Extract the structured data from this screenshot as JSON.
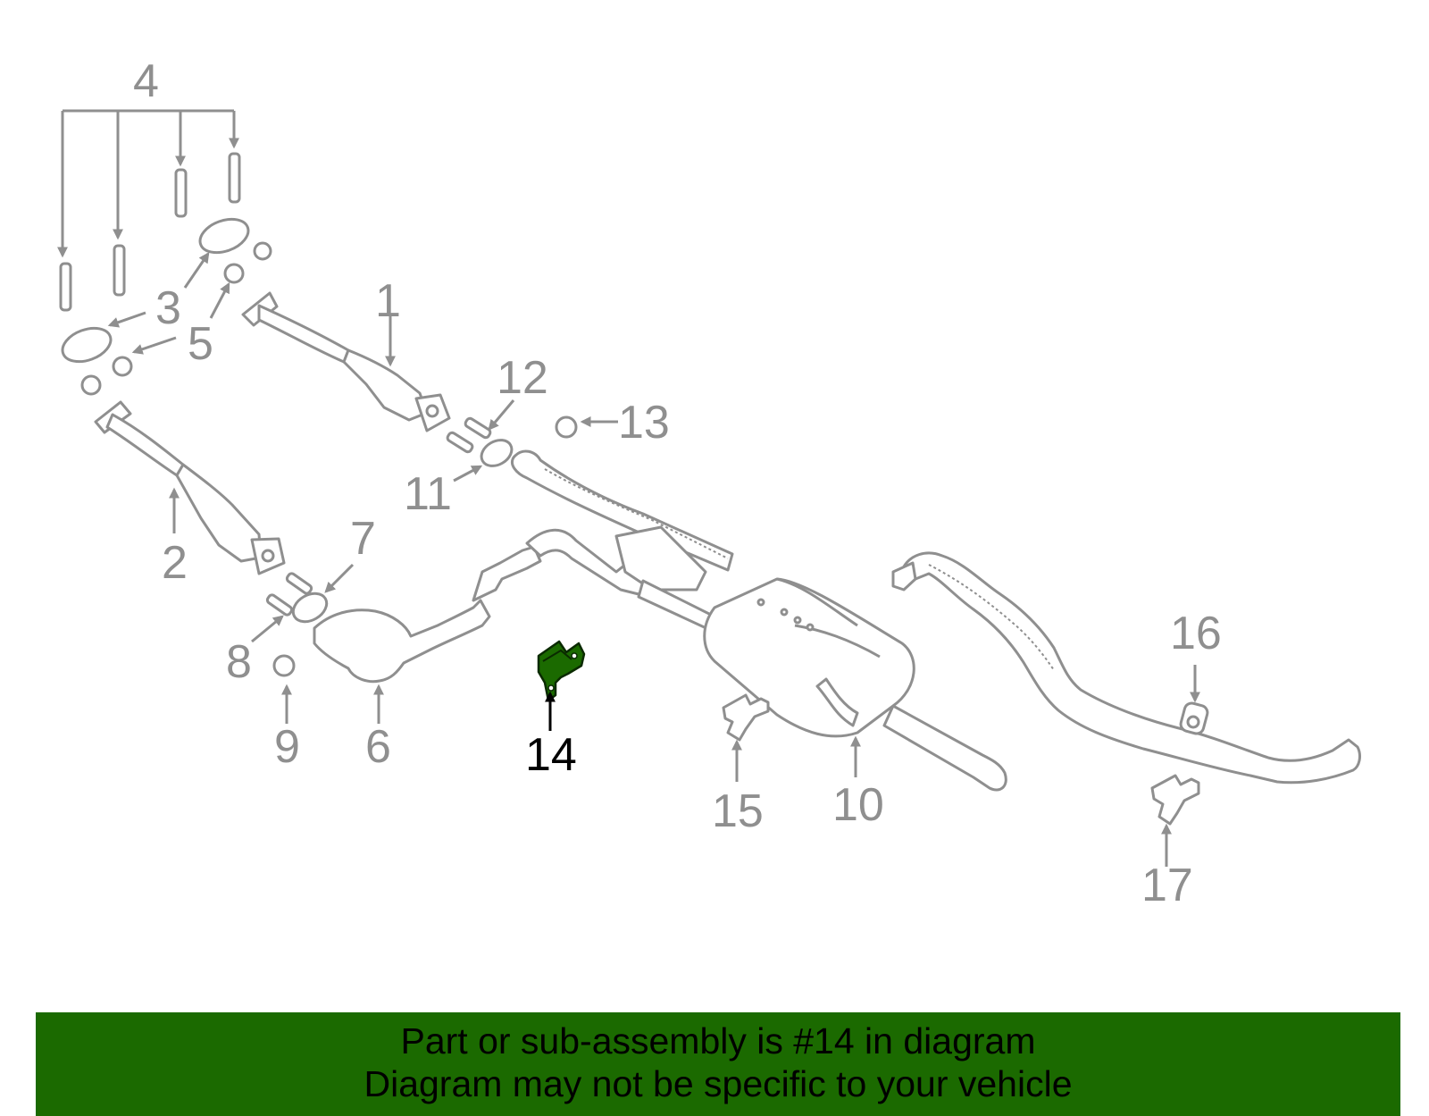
{
  "diagram": {
    "callouts": {
      "c1": "1",
      "c2": "2",
      "c3": "3",
      "c4": "4",
      "c5": "5",
      "c6": "6",
      "c7": "7",
      "c8": "8",
      "c9": "9",
      "c10": "10",
      "c11": "11",
      "c12": "12",
      "c13": "13",
      "c14": "14",
      "c15": "15",
      "c16": "16",
      "c17": "17"
    },
    "highlighted_part": "14"
  },
  "banner": {
    "line1": "Part or sub-assembly is #14 in diagram",
    "line2": "Diagram may not be specific to your vehicle"
  },
  "colors": {
    "banner_bg": "#1b6a00",
    "highlight": "#1b6a00",
    "part_stroke": "#8f8f8f",
    "active_text": "#000000"
  }
}
